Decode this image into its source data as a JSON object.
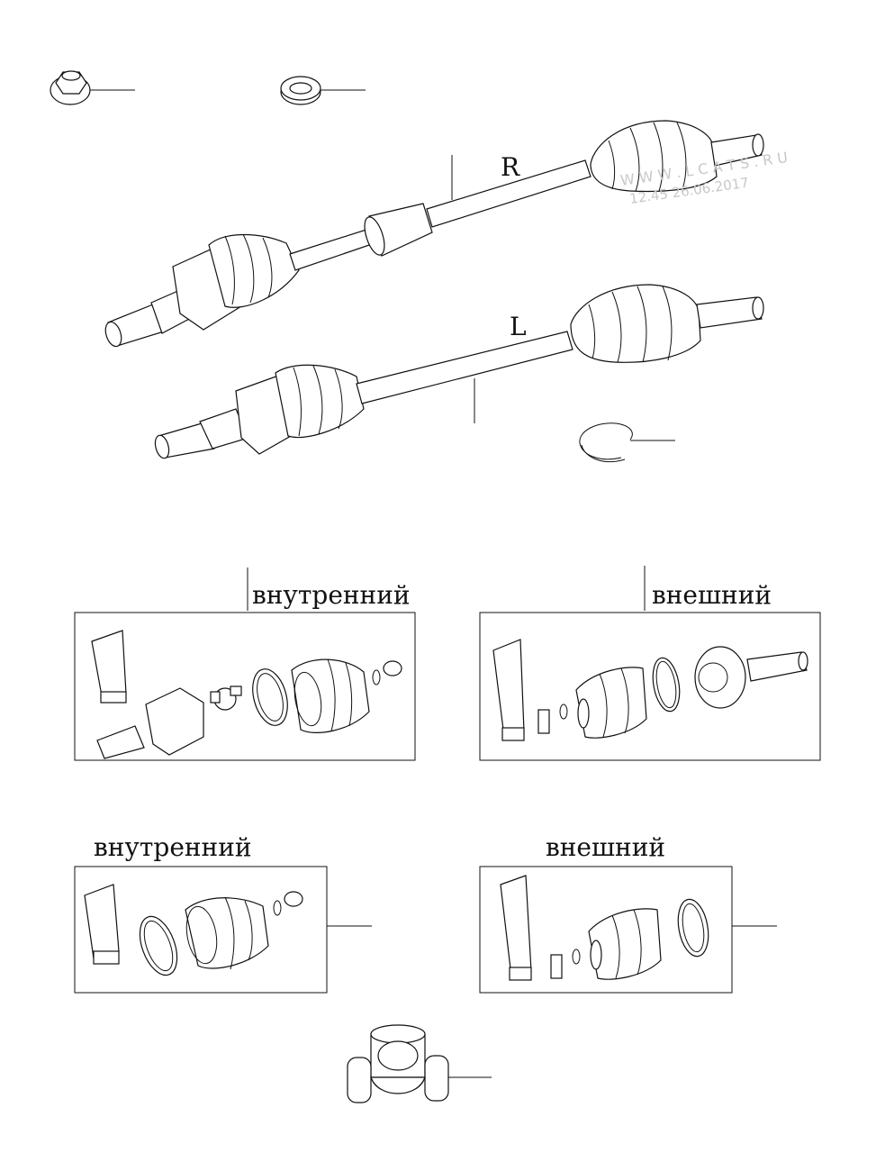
{
  "labels": {
    "right_shaft": "R",
    "left_shaft": "L",
    "kit_top_left": "внутренний",
    "kit_top_right": "внешний",
    "kit_bottom_left": "внутренний",
    "kit_bottom_right": "внешний"
  },
  "watermark": {
    "site": "W W W . L C A T S . R U",
    "timestamp": "12.45 26.06.2017"
  },
  "colors": {
    "line": "#111111",
    "background": "#ffffff",
    "watermark": "#c8c8c8"
  }
}
